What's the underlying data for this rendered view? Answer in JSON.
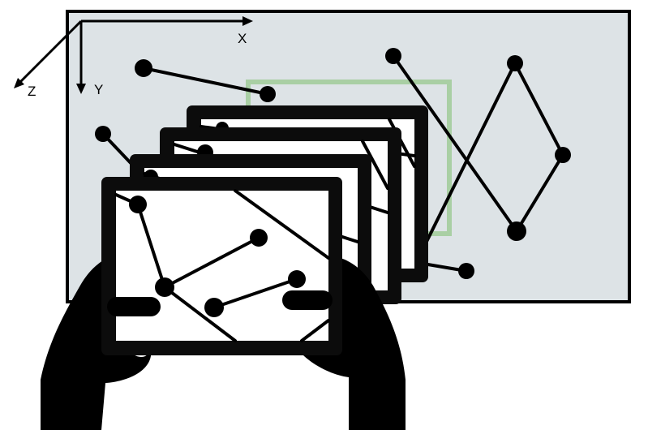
{
  "axes": {
    "x_label": "X",
    "y_label": "Y",
    "z_label": "Z"
  },
  "colors": {
    "screen_fill": "#dde3e6",
    "highlight_frame": "#a9cfa4",
    "ink": "#000000",
    "tablet_bezel": "#0c0c0c",
    "tablet_screen": "#ffffff"
  },
  "content": {
    "tablet_count": 4
  }
}
